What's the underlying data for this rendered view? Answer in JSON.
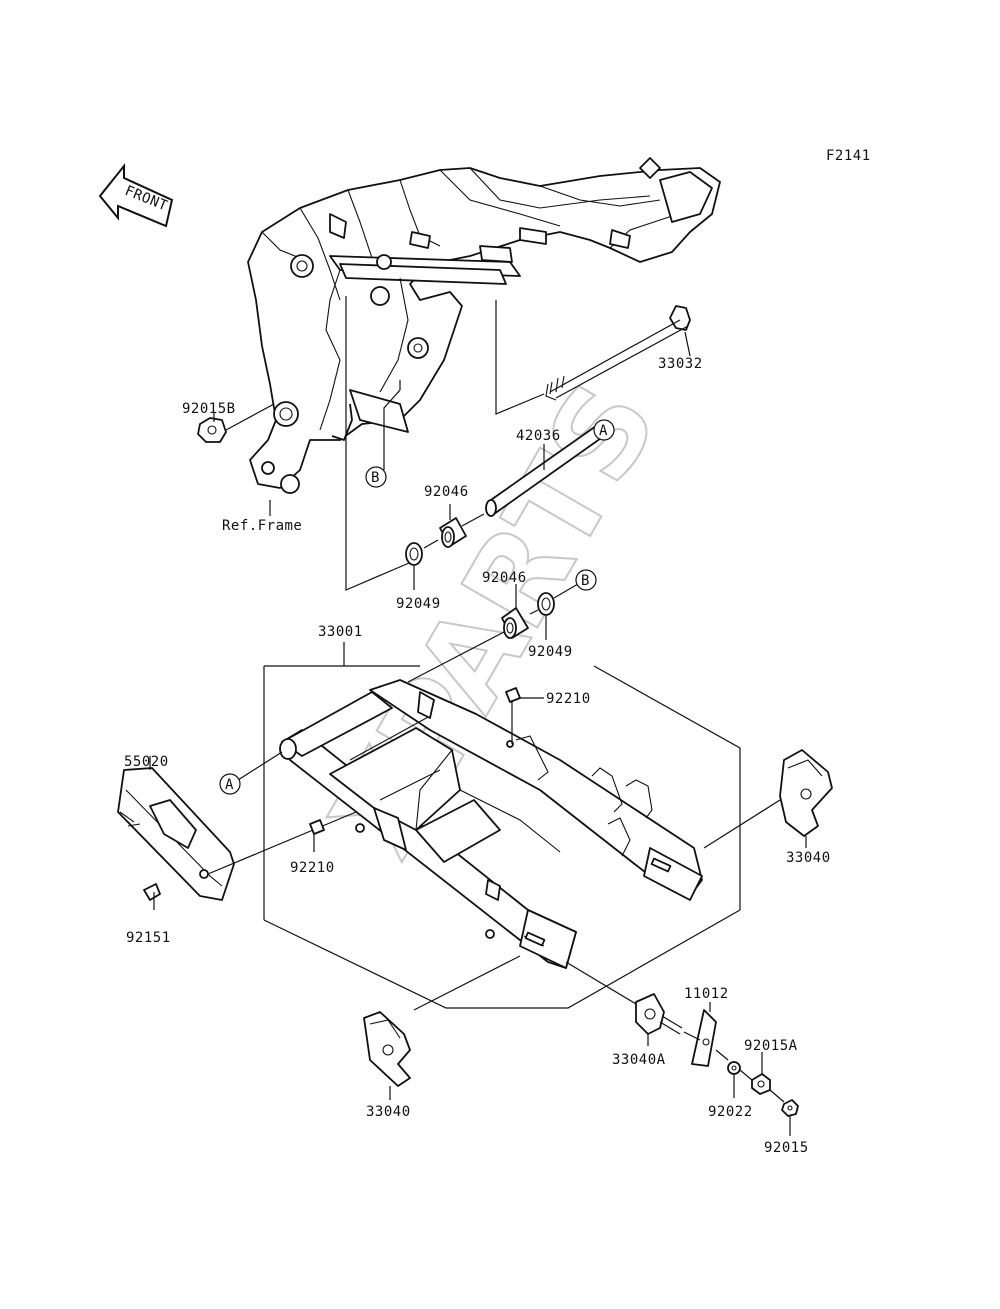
{
  "figure_code": "F2141",
  "front_arrow": "FRONT",
  "ref_frame": "Ref.Frame",
  "watermark": "XPARTS",
  "callouts": {
    "a": "A",
    "b": "B"
  },
  "parts": {
    "p33032": "33032",
    "p92015B": "92015B",
    "p42036": "42036",
    "p92046_top": "92046",
    "p92049_top": "92049",
    "p92046_mid": "92046",
    "p92049_mid": "92049",
    "p33001": "33001",
    "p92210_top": "92210",
    "p55020": "55020",
    "p92210_left": "92210",
    "p92151": "92151",
    "p33040_right": "33040",
    "p33040_bottom": "33040",
    "p33040A": "33040A",
    "p11012": "11012",
    "p92015A": "92015A",
    "p92022": "92022",
    "p92015": "92015"
  }
}
